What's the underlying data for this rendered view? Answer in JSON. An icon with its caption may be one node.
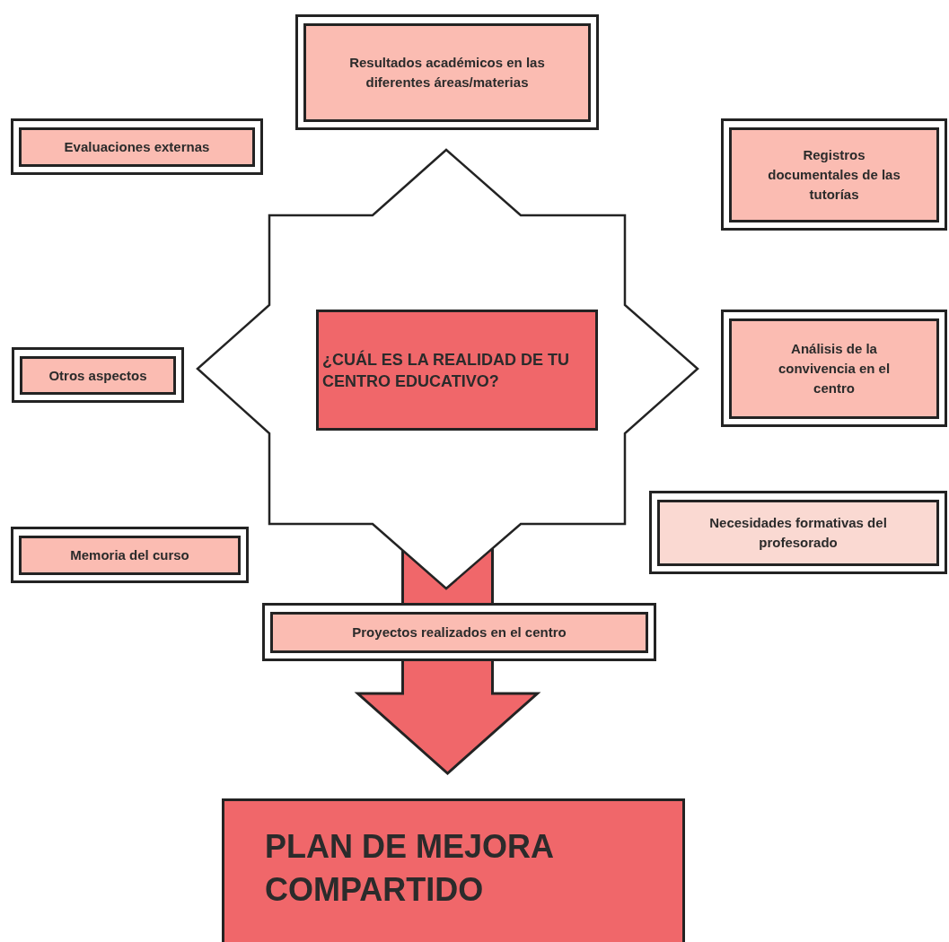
{
  "diagram": {
    "nodes": [
      {
        "text": [
          "Resultados académicos en las diferentes áreas/materias"
        ]
      },
      {
        "text": [
          "Evaluaciones externas"
        ]
      },
      {
        "text": [
          "Registros documentales de las tutorías"
        ]
      },
      {
        "text": [],
        "shape": "star"
      },
      {
        "text": [
          "¿CUÁL ES LA REALIDAD DE TU CENTRO EDUCATIVO?"
        ],
        "in": 3
      },
      {
        "text": [
          "Otros aspectos"
        ]
      },
      {
        "text": [
          "Análisis de la convivencia en el centro"
        ]
      },
      {
        "text": [
          "Necesidades formativas del profesorado"
        ]
      },
      {
        "text": [
          "Memoria del curso"
        ]
      },
      {
        "text": [
          "Proyectos realizados en el centro"
        ]
      },
      {
        "text": [
          "PLAN DE MEJORA COMPARTIDO"
        ]
      }
    ],
    "edges": [
      {
        "from": 3,
        "to": 10,
        "arrow": "to",
        "style": "thick"
      }
    ]
  }
}
